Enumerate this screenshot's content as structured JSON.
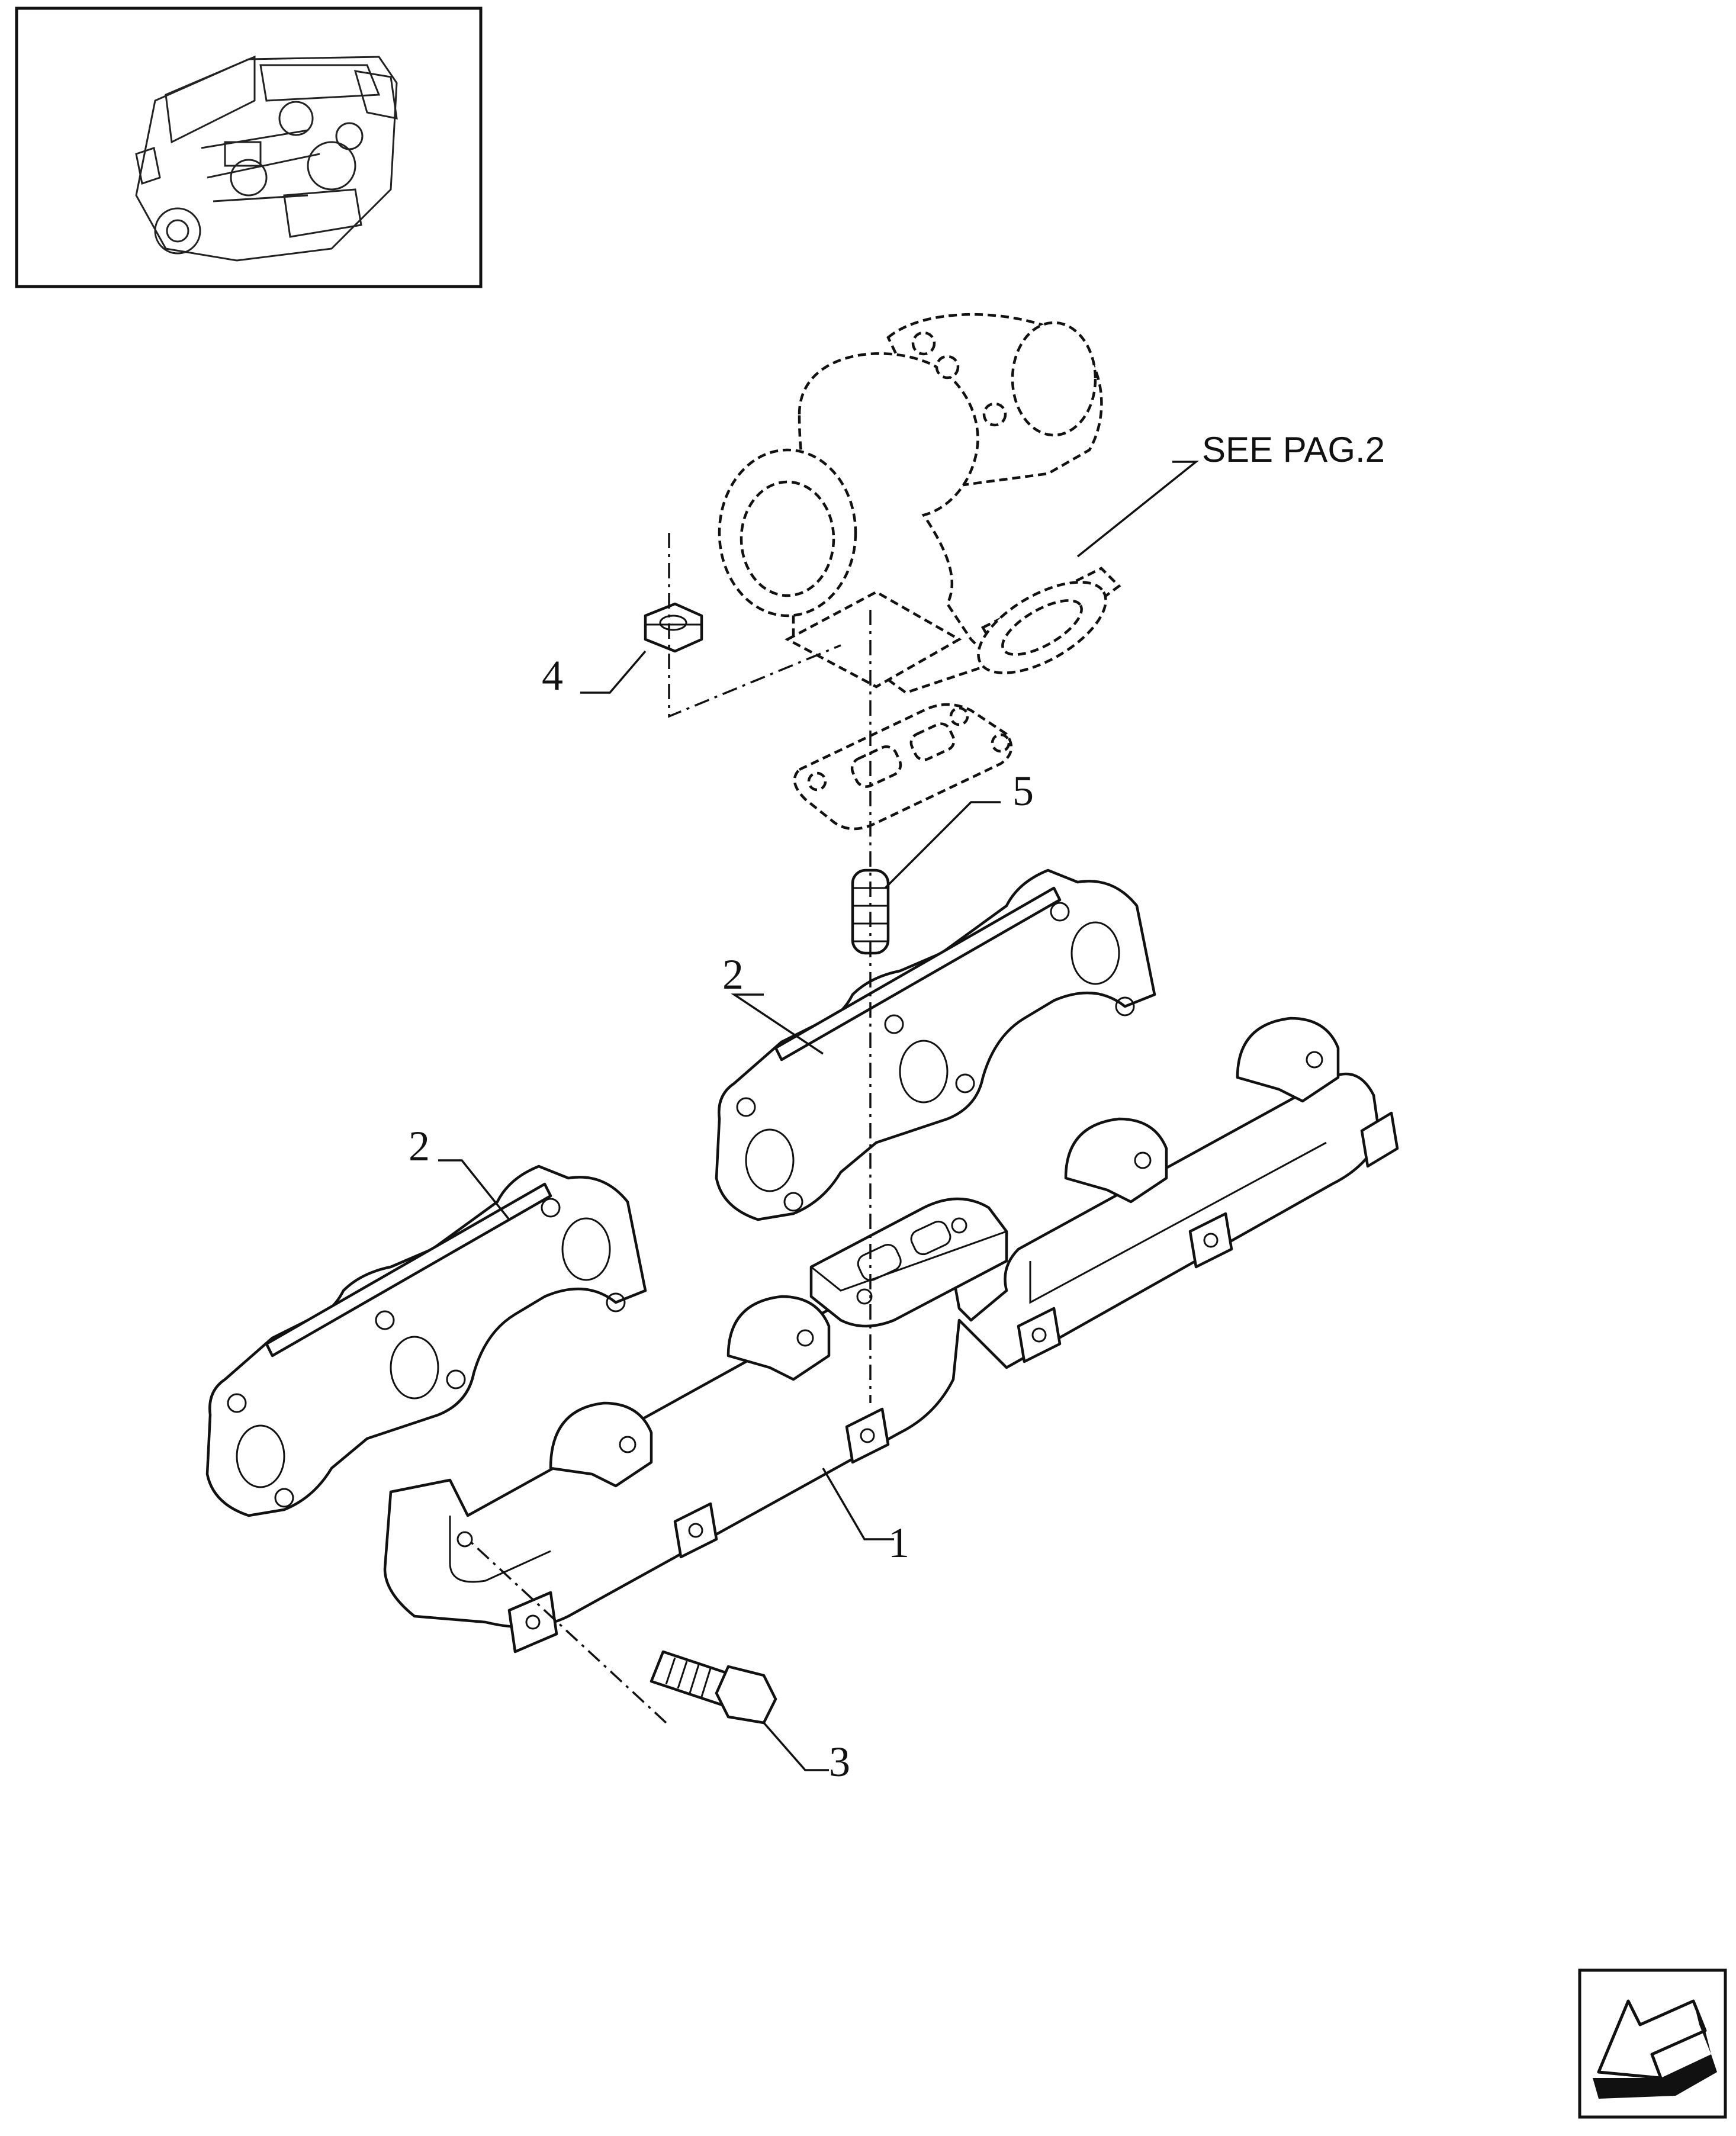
{
  "callouts": {
    "c1": "1",
    "c2a": "2",
    "c2b": "2",
    "c3": "3",
    "c4": "4",
    "c5": "5"
  },
  "reference": {
    "see_page": "SEE PAG.2"
  },
  "icons": {
    "thumbnail": "engine-thumbnail-icon",
    "navigation": "previous-page-arrow-icon"
  }
}
